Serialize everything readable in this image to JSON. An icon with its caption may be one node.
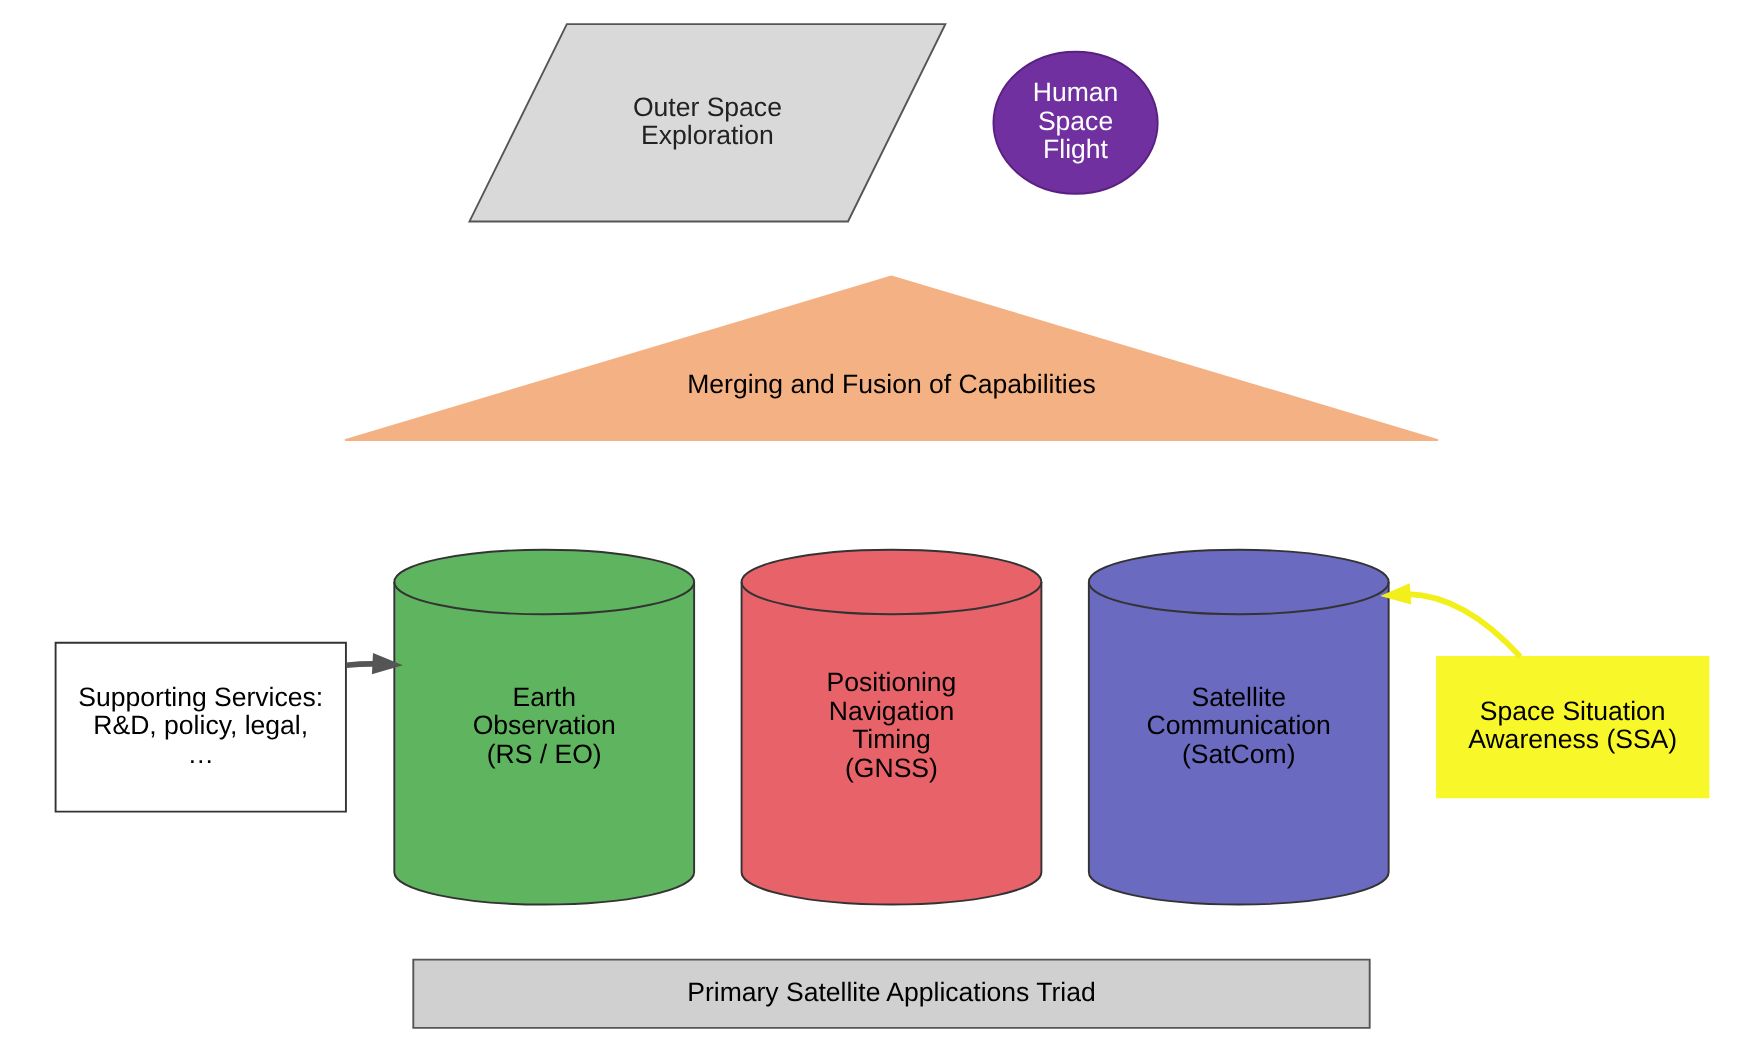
{
  "diagram": {
    "nodes": [
      {
        "text": [
          "Outer Space Exploration"
        ]
      },
      {
        "text": [
          "Human Space Flight"
        ]
      },
      {
        "text": [
          "Merging and Fusion of Capabilities"
        ]
      },
      {
        "text": [
          "Space Situation Awareness (SSA)"
        ]
      },
      {
        "text": [
          "Supporting Services: R&D, policy, legal, …"
        ]
      },
      {
        "text": [
          "Earth Observation (RS / EO)"
        ]
      },
      {
        "text": [
          "Positioning Navigation Timing (GNSS)"
        ]
      },
      {
        "text": [
          "Satellite Communication (SatCom)"
        ]
      },
      {
        "text": [
          "Primary Satellite Applications Triad"
        ]
      }
    ],
    "edges": [
      {
        "from": 4,
        "to": 5,
        "arrow": "to"
      },
      {
        "from": 3,
        "to": 7,
        "arrow": "to",
        "color": "#f2ef1a"
      }
    ]
  }
}
